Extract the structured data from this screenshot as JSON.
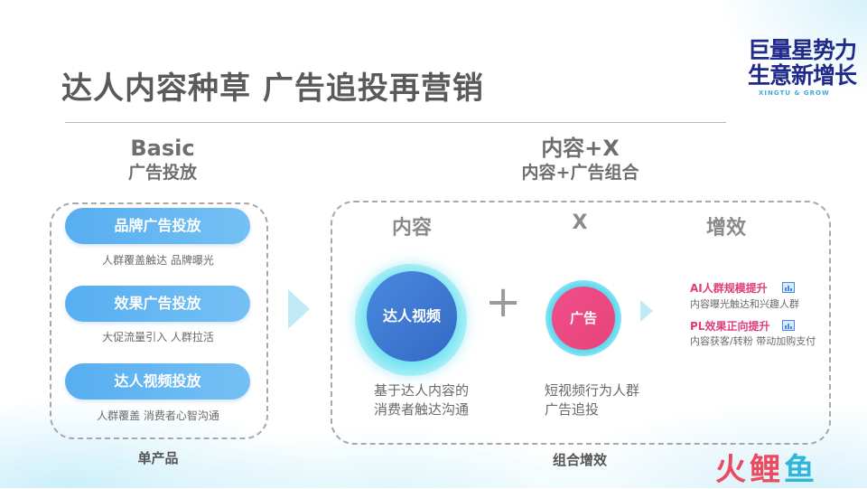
{
  "page": {
    "title": "达人内容种草 广告追投再营销"
  },
  "logo": {
    "line1": "巨量星势力",
    "line2": "生意新增长",
    "sub": "XINGTU & GROW"
  },
  "basic": {
    "title": "Basic",
    "subtitle": "广告投放",
    "items": [
      {
        "label": "品牌广告投放",
        "desc": "人群覆盖触达 品牌曝光"
      },
      {
        "label": "效果广告投放",
        "desc": "大促流量引入 人群拉活"
      },
      {
        "label": "达人视频投放",
        "desc": "人群覆盖 消费者心智沟通"
      }
    ],
    "caption": "单产品"
  },
  "combo": {
    "title": "内容+X",
    "subtitle": "内容+广告组合",
    "col_content": "内容",
    "col_x": "X",
    "col_effect": "增效",
    "content_circle": "达人视频",
    "ad_circle": "广告",
    "content_desc_line1": "基于达人内容的",
    "content_desc_line2": "消费者触达沟通",
    "ad_desc_line1": "短视频行为人群",
    "ad_desc_line2": "广告追投",
    "effects": [
      {
        "title": "AI人群规模提升",
        "desc": "内容曝光触达和兴趣人群"
      },
      {
        "title": "PL效果正向提升",
        "desc": "内容获客/转粉 带动加购支付"
      }
    ],
    "caption": "组合增效"
  },
  "brand": {
    "part1": "火",
    "part2": "鲤",
    "part3": "鱼"
  },
  "colors": {
    "pill_blue": "#58aef0",
    "content_blue": "#3468c4",
    "ad_pink": "#e8447a",
    "accent_cyan": "#62dbee"
  }
}
